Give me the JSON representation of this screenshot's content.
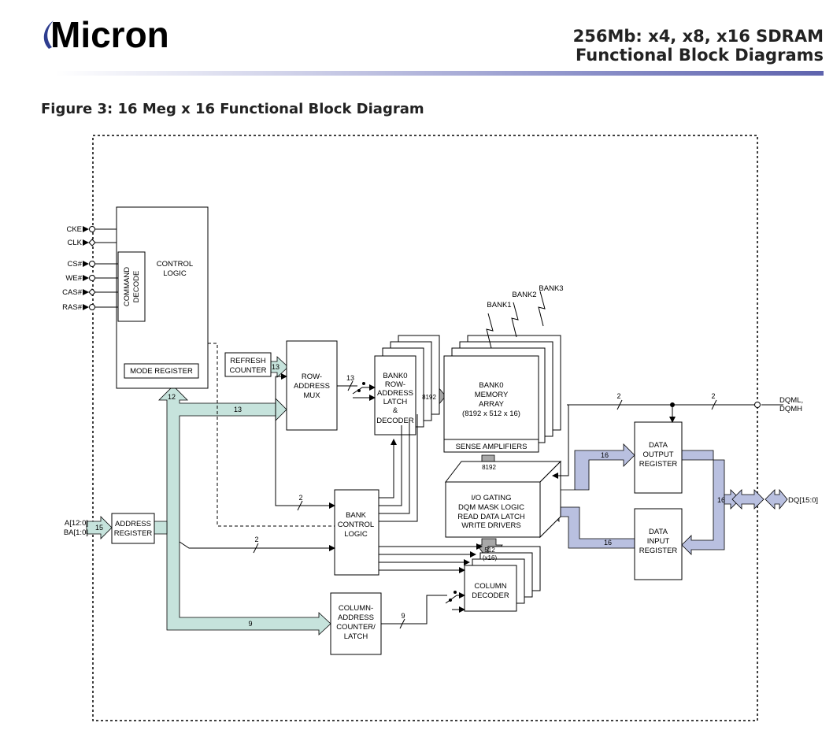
{
  "header": {
    "logo_text": "Micron",
    "title_line1": "256Mb: x4, x8, x16 SDRAM",
    "title_line2": "Functional Block Diagrams"
  },
  "figure": {
    "title": "Figure 3: 16 Meg x 16 Functional Block Diagram"
  },
  "inputs": {
    "cke": "CKE",
    "clk": "CLK",
    "cs": "CS#",
    "we": "WE#",
    "cas": "CAS#",
    "ras": "RAS#",
    "addr1": "A[12:0]",
    "addr2": "BA[1:0]"
  },
  "blocks": {
    "control_logic": [
      "CONTROL",
      "LOGIC"
    ],
    "command_decode": [
      "COMMAND",
      "DECODE"
    ],
    "mode_register": "MODE REGISTER",
    "refresh_counter": [
      "REFRESH",
      "COUNTER"
    ],
    "row_address_mux": [
      "ROW-",
      "ADDRESS",
      "MUX"
    ],
    "bank0_row_latch": [
      "BANK0",
      "ROW-",
      "ADDRESS",
      "LATCH",
      "&",
      "DECODER"
    ],
    "bank_labels": [
      "BANK1",
      "BANK2",
      "BANK3"
    ],
    "memory_array": [
      "BANK0",
      "MEMORY",
      "ARRAY",
      "(8192 x 512 x 16)"
    ],
    "sense_amplifiers": "SENSE AMPLIFIERS",
    "io_gating": [
      "I/O GATING",
      "DQM MASK LOGIC",
      "READ DATA LATCH",
      "WRITE DRIVERS"
    ],
    "bank_control": [
      "BANK",
      "CONTROL",
      "LOGIC"
    ],
    "column_decoder": [
      "COLUMN",
      "DECODER"
    ],
    "column_counter": [
      "COLUMN-",
      "ADDRESS",
      "COUNTER/",
      "LATCH"
    ],
    "address_register": [
      "ADDRESS",
      "REGISTER"
    ],
    "data_output_register": [
      "DATA",
      "OUTPUT",
      "REGISTER"
    ],
    "data_input_register": [
      "DATA",
      "INPUT",
      "REGISTER"
    ]
  },
  "bus_widths": {
    "addr_in": "15",
    "to_mode": "12",
    "to_mux": "13",
    "refresh": "13",
    "mux_out": "13",
    "row_out": "8192",
    "sense_out": "8192",
    "col_sel": "512",
    "col_sel_sub": "(x16)",
    "bank_ctl": "2",
    "bank_addr": "2",
    "col_addr": "9",
    "col_latch_out": "9",
    "dqm_a": "2",
    "dqm_b": "2",
    "out_bus": "16",
    "in_bus": "16",
    "dq_bus": "16"
  },
  "outputs": {
    "dqml": "DQML,",
    "dqmh": "DQMH",
    "dq": "DQ[15:0]"
  },
  "colors": {
    "address_bus": "#c6e3dc",
    "data_bus": "#b9c0e0",
    "internal_bus": "#a8a8a8",
    "logo": "#2e3d8f"
  }
}
